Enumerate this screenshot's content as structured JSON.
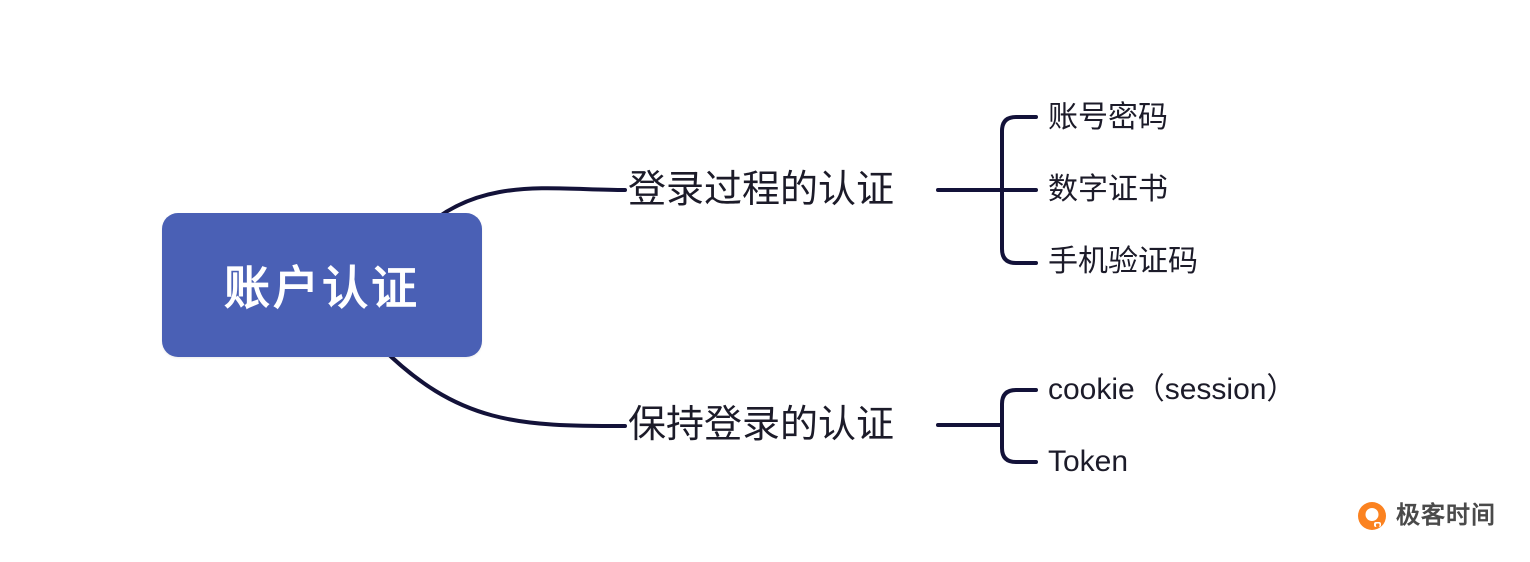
{
  "root": {
    "label": "账户认证"
  },
  "branches": [
    {
      "label": "登录过程的认证",
      "children": [
        {
          "label": "账号密码"
        },
        {
          "label": "数字证书"
        },
        {
          "label": "手机验证码"
        }
      ]
    },
    {
      "label": "保持登录的认证",
      "children": [
        {
          "label": "cookie（session）"
        },
        {
          "label": "Token"
        }
      ]
    }
  ],
  "watermark": {
    "label": "极客时间"
  },
  "colors": {
    "root_fill": "#4A60B5",
    "root_text": "#FFFFFF",
    "line": "#131239",
    "node_text": "#1C1B29",
    "logo_orange": "#FB8220",
    "logo_text": "#4A4A4A"
  }
}
